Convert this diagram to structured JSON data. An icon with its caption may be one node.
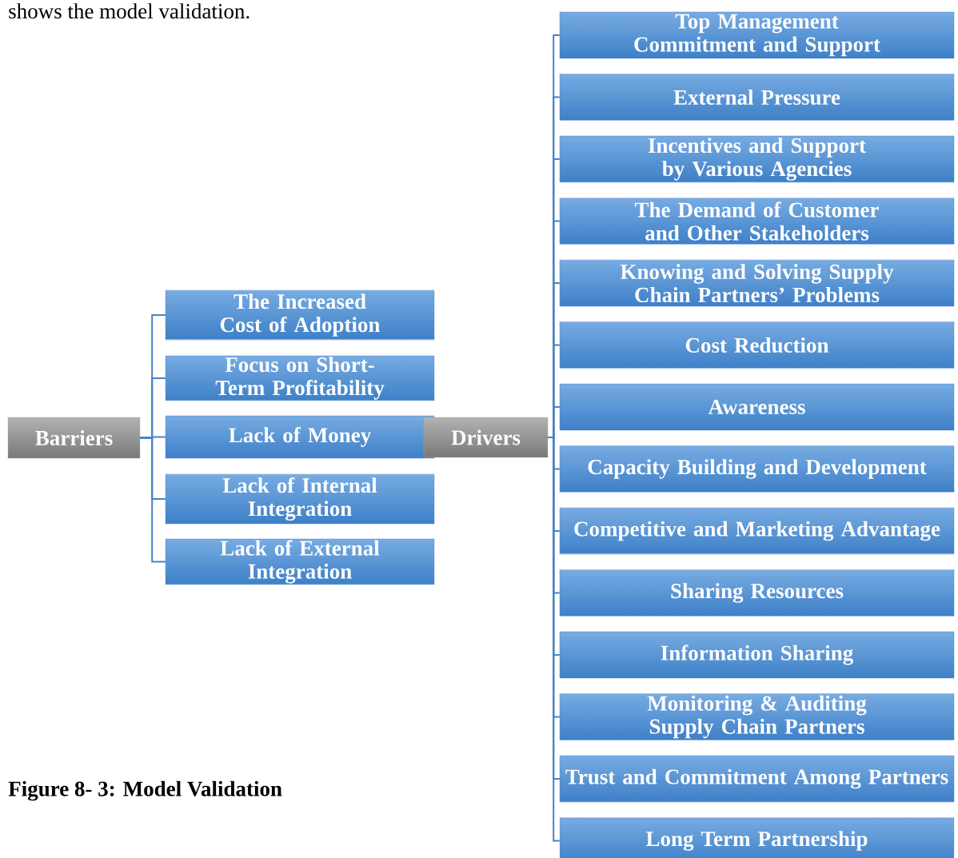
{
  "diagram": {
    "caption": "Figure 8- 3: Model Validation",
    "nodes": [
      {
        "text": [
          "Barriers"
        ]
      },
      {
        "text": [
          "The Increased Cost of Adoption"
        ]
      },
      {
        "text": [
          "Focus on Short-Term Profitability"
        ]
      },
      {
        "text": [
          "Lack of Money"
        ]
      },
      {
        "text": [
          "Lack of Internal Integration"
        ]
      },
      {
        "text": [
          "Lack of External Integration"
        ]
      },
      {
        "text": [
          "Drivers"
        ]
      },
      {
        "text": [
          "Top Management Commitment and Support"
        ]
      },
      {
        "text": [
          "External Pressure"
        ]
      },
      {
        "text": [
          "Incentives and Support by Various Agencies"
        ]
      },
      {
        "text": [
          "The Demand of Customer and Other Stakeholders"
        ]
      },
      {
        "text": [
          "Knowing and Solving Supply Chain Partners’ Problems"
        ]
      },
      {
        "text": [
          "Cost Reduction"
        ]
      },
      {
        "text": [
          "Awareness"
        ]
      },
      {
        "text": [
          "Capacity Building and Development"
        ]
      },
      {
        "text": [
          "Competitive and Marketing Advantage"
        ]
      },
      {
        "text": [
          "Sharing Resources"
        ]
      },
      {
        "text": [
          "Information Sharing"
        ]
      },
      {
        "text": [
          "Monitoring & Auditing Supply Chain Partners"
        ]
      },
      {
        "text": [
          "Trust and Commitment Among Partners"
        ]
      },
      {
        "text": [
          "Long Term Partnership"
        ]
      }
    ],
    "edges": [
      {
        "from": 0,
        "to": 1,
        "arrow": "none"
      },
      {
        "from": 0,
        "to": 2,
        "arrow": "none"
      },
      {
        "from": 0,
        "to": 3,
        "arrow": "none"
      },
      {
        "from": 0,
        "to": 4,
        "arrow": "none"
      },
      {
        "from": 0,
        "to": 5,
        "arrow": "none"
      },
      {
        "from": 6,
        "to": 7,
        "arrow": "none"
      },
      {
        "from": 6,
        "to": 8,
        "arrow": "none"
      },
      {
        "from": 6,
        "to": 9,
        "arrow": "none"
      },
      {
        "from": 6,
        "to": 10,
        "arrow": "none"
      },
      {
        "from": 6,
        "to": 11,
        "arrow": "none"
      },
      {
        "from": 6,
        "to": 12,
        "arrow": "none"
      },
      {
        "from": 6,
        "to": 13,
        "arrow": "none"
      },
      {
        "from": 6,
        "to": 14,
        "arrow": "none"
      },
      {
        "from": 6,
        "to": 15,
        "arrow": "none"
      },
      {
        "from": 6,
        "to": 16,
        "arrow": "none"
      },
      {
        "from": 6,
        "to": 17,
        "arrow": "none"
      },
      {
        "from": 6,
        "to": 18,
        "arrow": "none"
      },
      {
        "from": 6,
        "to": 19,
        "arrow": "none"
      },
      {
        "from": 6,
        "to": 20,
        "arrow": "none"
      }
    ],
    "labels": [
      "shows the model validation."
    ]
  }
}
